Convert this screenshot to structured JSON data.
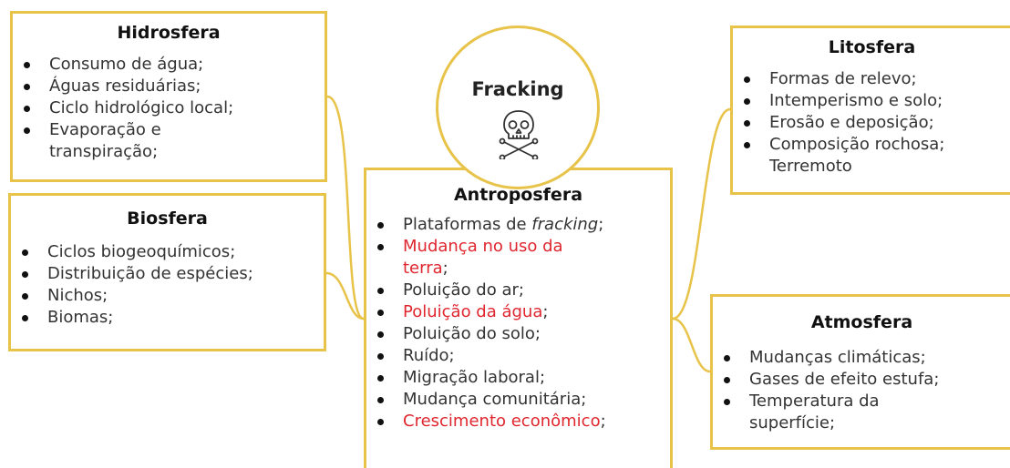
{
  "center": {
    "title": "Fracking",
    "icon": "skull-and-crossbones-icon"
  },
  "colors": {
    "border": "#e8c34a",
    "highlight": "#e0262f",
    "text": "#333333"
  },
  "hidrosfera": {
    "title": "Hidrosfera",
    "items": [
      {
        "text": "Consumo de água;"
      },
      {
        "text": "Águas residuárias;"
      },
      {
        "text": "Ciclo hidrológico local;"
      },
      {
        "text": "Evaporação e transpiração;"
      }
    ]
  },
  "biosfera": {
    "title": "Biosfera",
    "items": [
      {
        "text": "Ciclos biogeoquímicos;"
      },
      {
        "text": "Distribuição de espécies;"
      },
      {
        "text": "Nichos;"
      },
      {
        "text": "Biomas;"
      }
    ]
  },
  "antroposfera": {
    "title": "Antroposfera",
    "items": [
      {
        "text": "Plataformas de ",
        "em": "fracking",
        "tail": ";"
      },
      {
        "text": "Mudança no uso da terra",
        "tail": ";",
        "highlight": true
      },
      {
        "text": "Poluição do ar;"
      },
      {
        "text": "Poluição da água",
        "tail": ";",
        "highlight": true
      },
      {
        "text": "Poluição do solo;"
      },
      {
        "text": "Ruído;"
      },
      {
        "text": "Migração laboral;"
      },
      {
        "text": "Mudança comunitária;"
      },
      {
        "text": "Crescimento econômico",
        "tail": ";",
        "highlight": true
      }
    ]
  },
  "litosfera": {
    "title": "Litosfera",
    "items": [
      {
        "text": "Formas de relevo;"
      },
      {
        "text": "Intemperismo e solo;"
      },
      {
        "text": "Erosão e deposição;"
      },
      {
        "text": "Composição rochosa; Terremoto"
      }
    ]
  },
  "atmosfera": {
    "title": "Atmosfera",
    "items": [
      {
        "text": "Mudanças climáticas;"
      },
      {
        "text": "Gases de efeito estufa;"
      },
      {
        "text": "Temperatura da superfície;"
      }
    ]
  }
}
